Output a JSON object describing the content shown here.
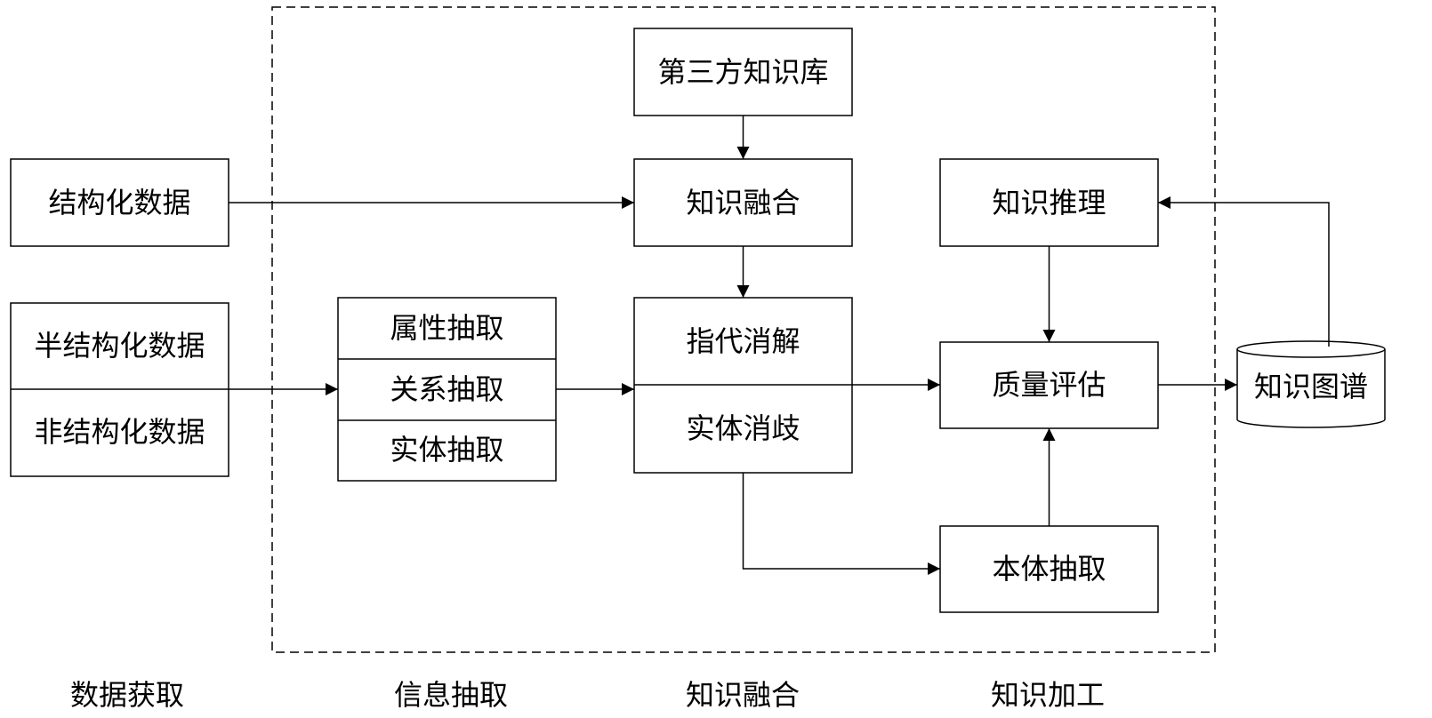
{
  "boxes": {
    "third_party_kb": "第三方知识库",
    "structured_data": "结构化数据",
    "semi_structured_data": "半结构化数据",
    "unstructured_data": "非结构化数据",
    "attribute_extraction": "属性抽取",
    "relation_extraction": "关系抽取",
    "entity_extraction": "实体抽取",
    "knowledge_fusion": "知识融合",
    "coreference_resolution": "指代消解",
    "entity_disambiguation": "实体消歧",
    "knowledge_reasoning": "知识推理",
    "quality_assessment": "质量评估",
    "ontology_extraction": "本体抽取",
    "knowledge_graph": "知识图谱"
  },
  "stages": {
    "data_acquisition": "数据获取",
    "information_extraction": "信息抽取",
    "knowledge_fusion": "知识融合",
    "knowledge_processing": "知识加工"
  }
}
